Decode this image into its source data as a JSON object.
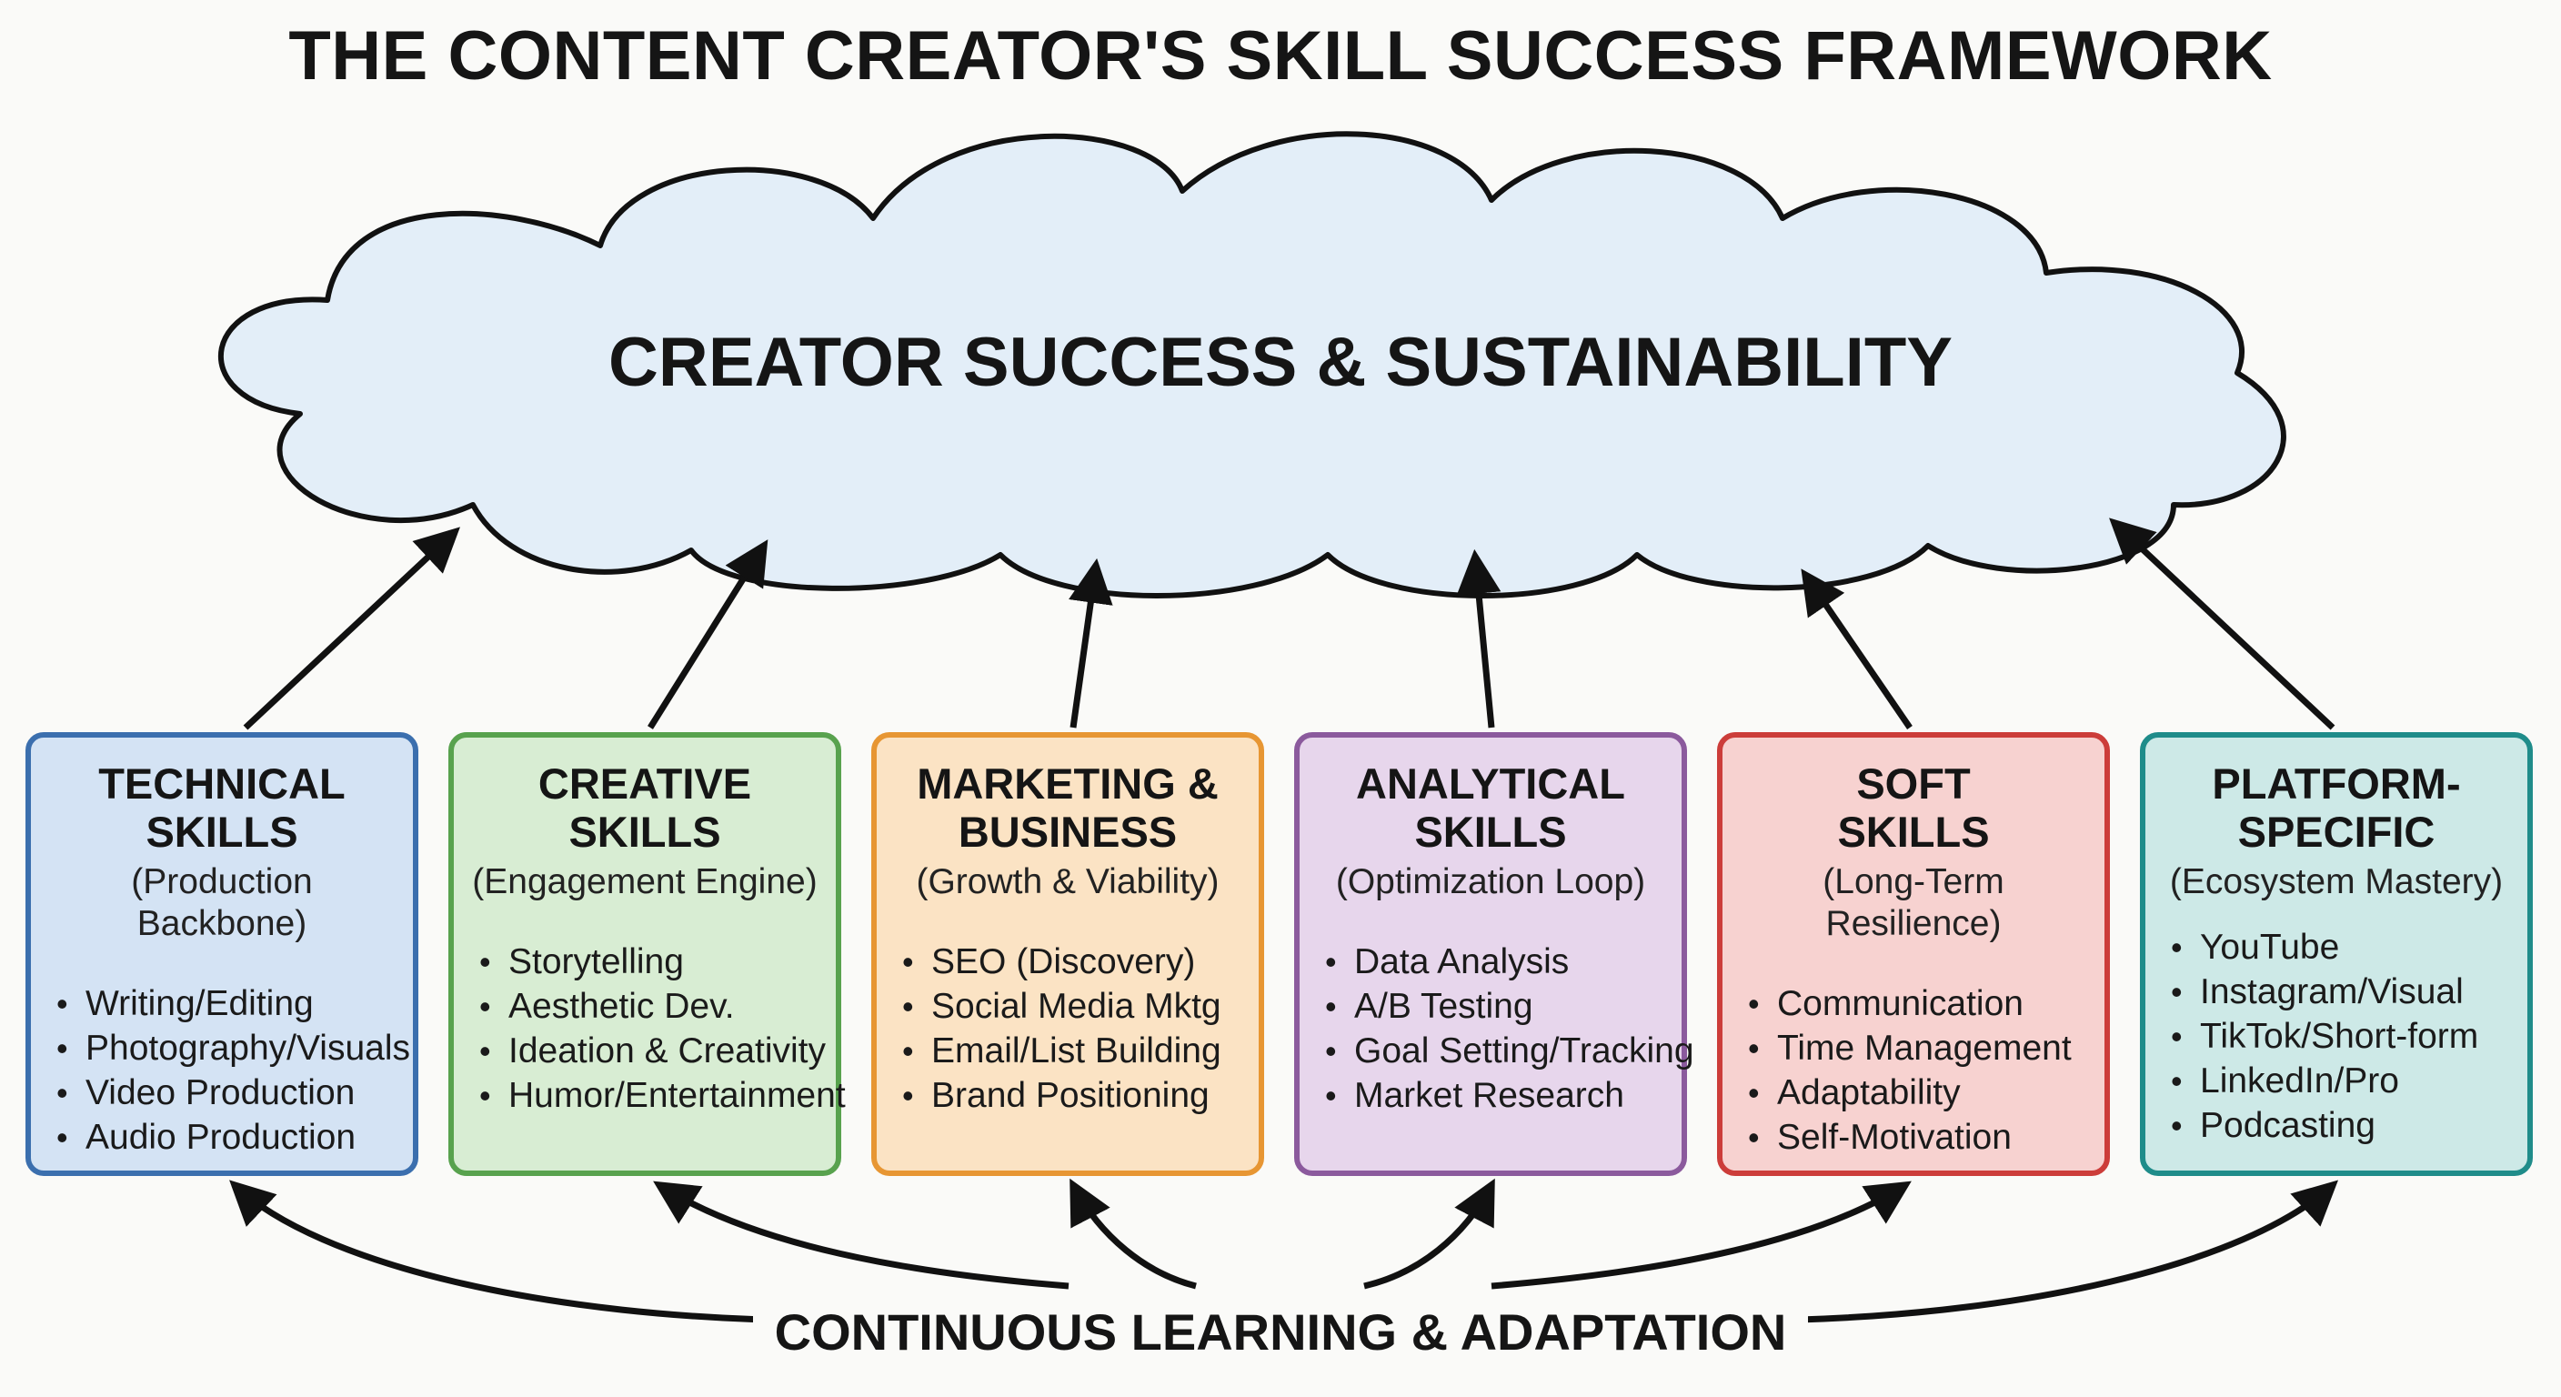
{
  "title": "THE CONTENT CREATOR'S SKILL SUCCESS FRAMEWORK",
  "cloud": {
    "label": "CREATOR SUCCESS & SUSTAINABILITY",
    "fill": "#e3eef8",
    "stroke": "#111111"
  },
  "footer": "CONTINUOUS LEARNING & ADAPTATION",
  "boxes": [
    {
      "title_line1": "TECHNICAL",
      "title_line2": "SKILLS",
      "subtitle": "(Production Backbone)",
      "items": [
        "Writing/Editing",
        "Photography/Visuals",
        "Video Production",
        "Audio Production"
      ],
      "fill": "#d4e3f4",
      "border": "#3b6fae"
    },
    {
      "title_line1": "CREATIVE",
      "title_line2": "SKILLS",
      "subtitle": "(Engagement Engine)",
      "items": [
        "Storytelling",
        "Aesthetic Dev.",
        "Ideation & Creativity",
        "Humor/Entertainment"
      ],
      "fill": "#d8edd3",
      "border": "#58a24e"
    },
    {
      "title_line1": "MARKETING &",
      "title_line2": "BUSINESS",
      "subtitle": "(Growth & Viability)",
      "items": [
        "SEO (Discovery)",
        "Social Media Mktg",
        "Email/List Building",
        "Brand Positioning"
      ],
      "fill": "#fbe3c4",
      "border": "#e79633"
    },
    {
      "title_line1": "ANALYTICAL",
      "title_line2": "SKILLS",
      "subtitle": "(Optimization Loop)",
      "items": [
        "Data Analysis",
        "A/B Testing",
        "Goal Setting/Tracking",
        "Market Research"
      ],
      "fill": "#e7d6ec",
      "border": "#8b5a9d"
    },
    {
      "title_line1": "SOFT",
      "title_line2": "SKILLS",
      "subtitle": "(Long-Term Resilience)",
      "items": [
        "Communication",
        "Time Management",
        "Adaptability",
        "Self-Motivation"
      ],
      "fill": "#f7d2d0",
      "border": "#cc3d3a"
    },
    {
      "title_line1": "PLATFORM-",
      "title_line2": "SPECIFIC",
      "subtitle": "(Ecosystem Mastery)",
      "items": [
        "YouTube",
        "Instagram/Visual",
        "TikTok/Short-form",
        "LinkedIn/Pro",
        "Podcasting"
      ],
      "fill": "#cde9e7",
      "border": "#1f8c8a"
    }
  ]
}
